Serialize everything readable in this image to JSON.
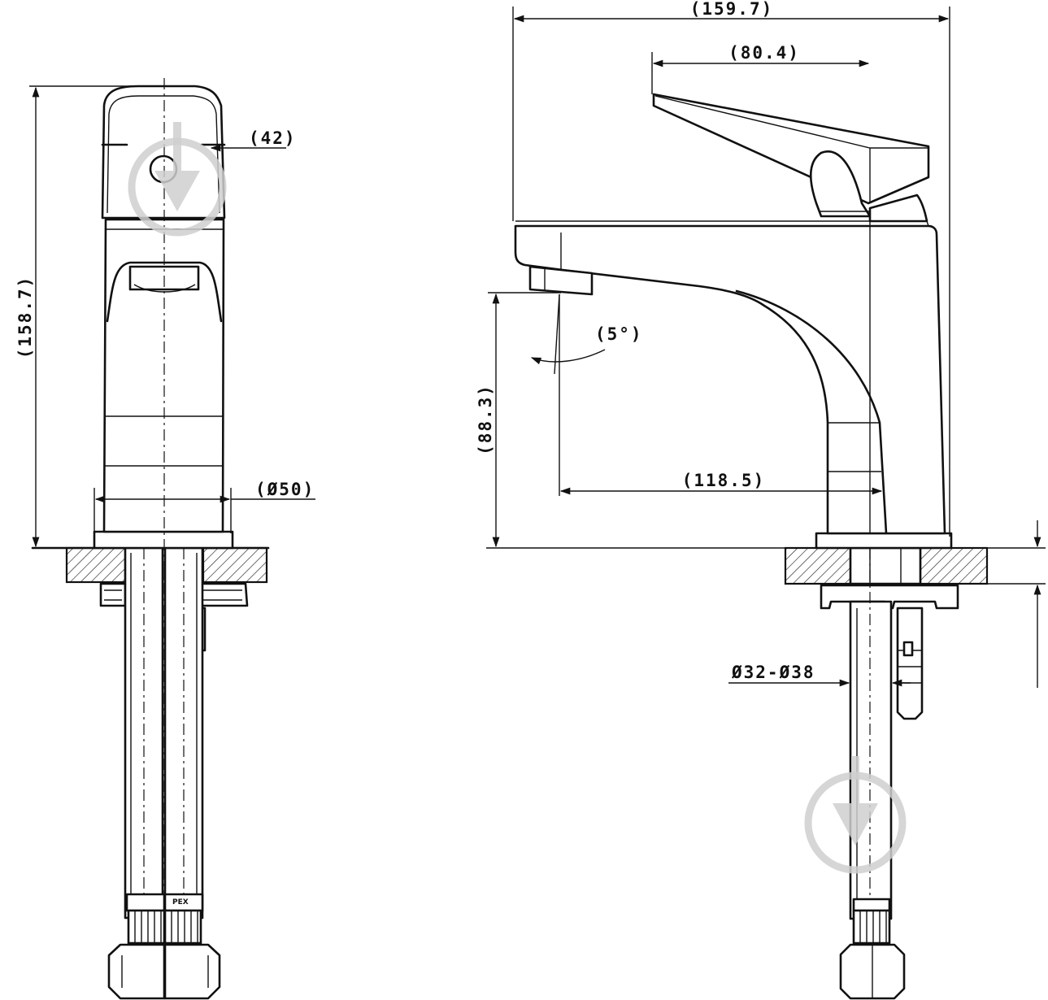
{
  "dimensions": {
    "overall_height": "(158.7)",
    "handle_width": "(42)",
    "base_diameter": "(Ø50)",
    "overall_length": "(159.7)",
    "handle_length": "(80.4)",
    "spout_angle": "(5°)",
    "spout_height": "(88.3)",
    "spout_reach": "(118.5)",
    "hole_diameter": "Ø32-Ø38"
  },
  "hose_label": "PEX",
  "watermark": "arrow-down-in-circle-logo"
}
